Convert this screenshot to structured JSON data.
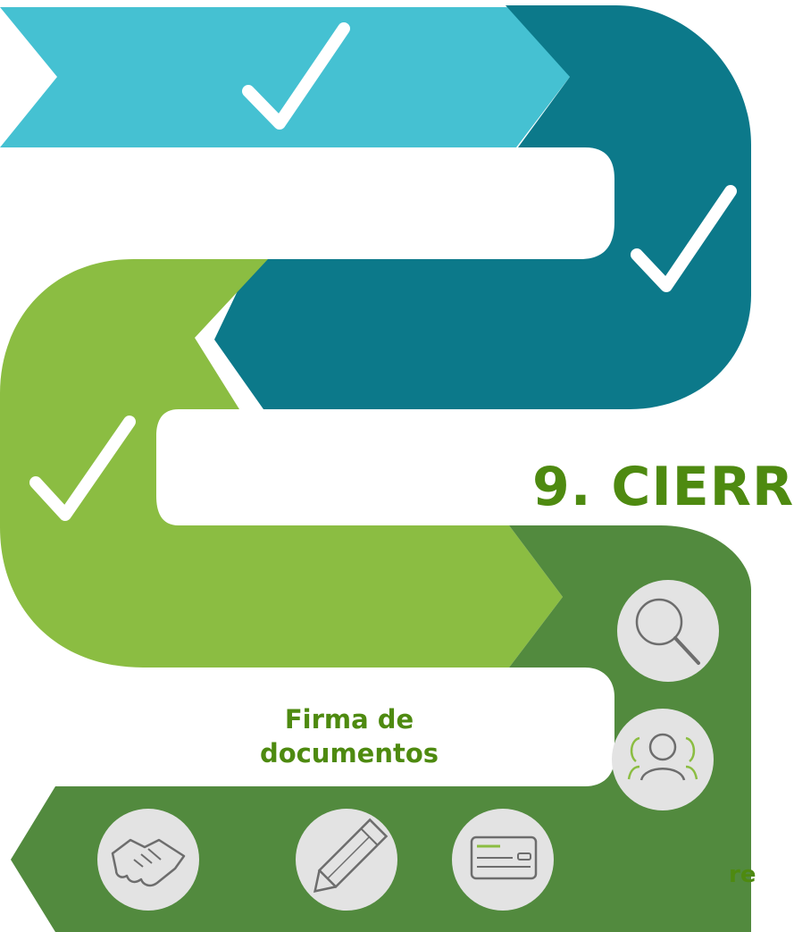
{
  "colors": {
    "arrow_top": "#45c1d2",
    "band_dark": "#0c798a",
    "band_light_green": "#8bbd42",
    "band_dark_green": "#528a3e",
    "check": "#ffffff",
    "icon_fill": "#e3e3e3",
    "icon_stroke": "#6d6d6d",
    "text_green": "#4e8a10"
  },
  "stages": [
    {
      "id": "stage-1",
      "completed": true
    },
    {
      "id": "stage-2",
      "completed": true
    },
    {
      "id": "stage-3",
      "completed": true
    },
    {
      "id": "stage-4",
      "completed": false
    }
  ],
  "current_step": {
    "title": "9. CIERR"
  },
  "icons": [
    {
      "name": "magnifier-icon"
    },
    {
      "name": "people-icon"
    },
    {
      "name": "check-payment-icon"
    },
    {
      "name": "pencil-icon"
    },
    {
      "name": "handshake-icon"
    }
  ],
  "captions": {
    "signing": "Firma de documentos",
    "partial": "re"
  }
}
